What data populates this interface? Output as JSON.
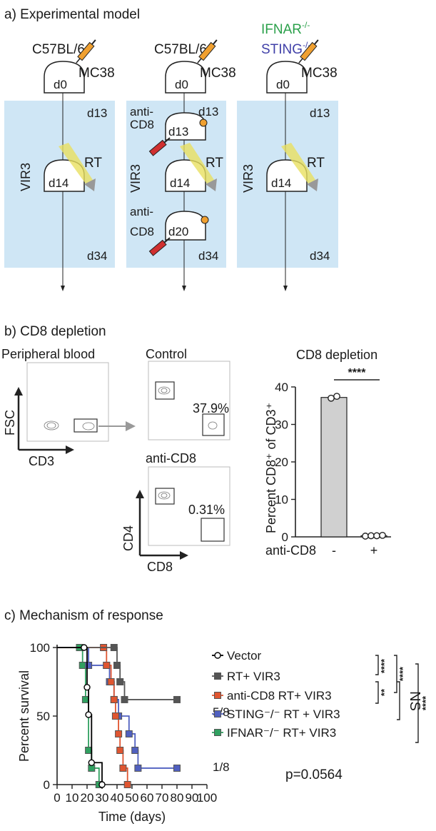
{
  "panel_a": {
    "title": "a) Experimental model",
    "columns": [
      {
        "strain": "C57BL/6",
        "injection": "MC38",
        "side_label": "VIR3",
        "stages": [
          "d0",
          "d13",
          "d14",
          "d34"
        ],
        "rt_label": "RT"
      },
      {
        "strain": "C57BL/6",
        "injection": "MC38",
        "side_label": "VIR3",
        "stages": [
          "d0",
          "d13",
          "d13",
          "d14",
          "d20",
          "d34"
        ],
        "rt_label": "RT",
        "antibody_label_1": "anti-",
        "antibody_label_2": "CD8",
        "antibody_label_3": "anti-",
        "antibody_label_4": "CD8"
      },
      {
        "strain_1": "IFNAR",
        "strain_1_sup": "-/-",
        "strain_2": "STING",
        "strain_2_sup": "-/-",
        "injection": "MC38",
        "side_label": "VIR3",
        "stages": [
          "d0",
          "d13",
          "d14",
          "d34"
        ],
        "rt_label": "RT"
      }
    ],
    "colors": {
      "shade": "#cfe6f5",
      "ifnar": "#2aa04a",
      "sting": "#4040a8",
      "syringe_orange": "#f0a030",
      "syringe_red": "#d03030",
      "rt_beam": "#e8e060"
    }
  },
  "panel_b": {
    "title": "b) CD8 depletion",
    "blood_label": "Peripheral blood",
    "fsc_label": "FSC",
    "cd3_label": "CD3",
    "control_label": "Control",
    "control_pct": "37.9%",
    "anticd8_label": "anti-CD8",
    "anticd8_pct": "0.31%",
    "cd4_label": "CD4",
    "cd8_label": "CD8"
  },
  "chart_data": [
    {
      "type": "bar",
      "title": "CD8 depletion",
      "ylabel": "Percent CD8⁺ of CD3⁺",
      "xlabel": "anti-CD8",
      "categories": [
        "-",
        "+"
      ],
      "values": [
        37.2,
        0.3
      ],
      "points": [
        [
          37.0,
          37.5
        ],
        [
          0.2,
          0.3,
          0.3,
          0.4
        ]
      ],
      "ylim": [
        0,
        40
      ],
      "yticks": [
        "0",
        "10",
        "20",
        "30",
        "40"
      ],
      "significance": "****",
      "colors": {
        "bar_minus": "#d0d0d0",
        "bar_plus": "#d0d0d0"
      }
    },
    {
      "type": "line",
      "title": "c) Mechanism of response",
      "xlabel": "Time (days)",
      "ylabel": "Percent survival",
      "xlim": [
        0,
        100
      ],
      "ylim": [
        0,
        100
      ],
      "xticks": [
        "0",
        "10",
        "20",
        "30",
        "40",
        "50",
        "60",
        "70",
        "80",
        "90",
        "100"
      ],
      "yticks": [
        "0",
        "50",
        "100"
      ],
      "series": [
        {
          "name": "Vector",
          "color": "#000000",
          "marker": "open-circle",
          "steps": [
            [
              0,
              100
            ],
            [
              18,
              100
            ],
            [
              20,
              71
            ],
            [
              21,
              51
            ],
            [
              23,
              16
            ],
            [
              30,
              0
            ]
          ]
        },
        {
          "name": "RT+ VIR3",
          "color": "#555555",
          "marker": "square",
          "steps": [
            [
              0,
              100
            ],
            [
              38,
              100
            ],
            [
              40,
              87
            ],
            [
              42,
              75
            ],
            [
              45,
              62
            ],
            [
              80,
              62
            ]
          ]
        },
        {
          "name": "anti-CD8 RT+ VIR3",
          "color": "#e05530",
          "marker": "square",
          "steps": [
            [
              0,
              100
            ],
            [
              31,
              100
            ],
            [
              33,
              87
            ],
            [
              36,
              75
            ],
            [
              38,
              62
            ],
            [
              39,
              50
            ],
            [
              41,
              37
            ],
            [
              42,
              25
            ],
            [
              44,
              12
            ],
            [
              47,
              0
            ]
          ]
        },
        {
          "name": "STING⁻/⁻ RT + VIR3",
          "color": "#5060c0",
          "marker": "square",
          "steps": [
            [
              0,
              100
            ],
            [
              21,
              87
            ],
            [
              33,
              87
            ],
            [
              35,
              75
            ],
            [
              38,
              62
            ],
            [
              41,
              50
            ],
            [
              48,
              37
            ],
            [
              52,
              25
            ],
            [
              54,
              12
            ],
            [
              80,
              12
            ]
          ]
        },
        {
          "name": "IFNAR⁻/⁻ RT+ VIR3",
          "color": "#30a060",
          "marker": "square",
          "steps": [
            [
              0,
              100
            ],
            [
              15,
              100
            ],
            [
              17,
              87
            ],
            [
              19,
              62
            ],
            [
              21,
              25
            ],
            [
              23,
              12
            ],
            [
              28,
              0
            ]
          ]
        }
      ],
      "annotations": [
        "5/8",
        "1/8",
        "p=0.0564"
      ],
      "significance_marks": [
        "****",
        "**",
        "****",
        "NS",
        "****"
      ]
    }
  ]
}
